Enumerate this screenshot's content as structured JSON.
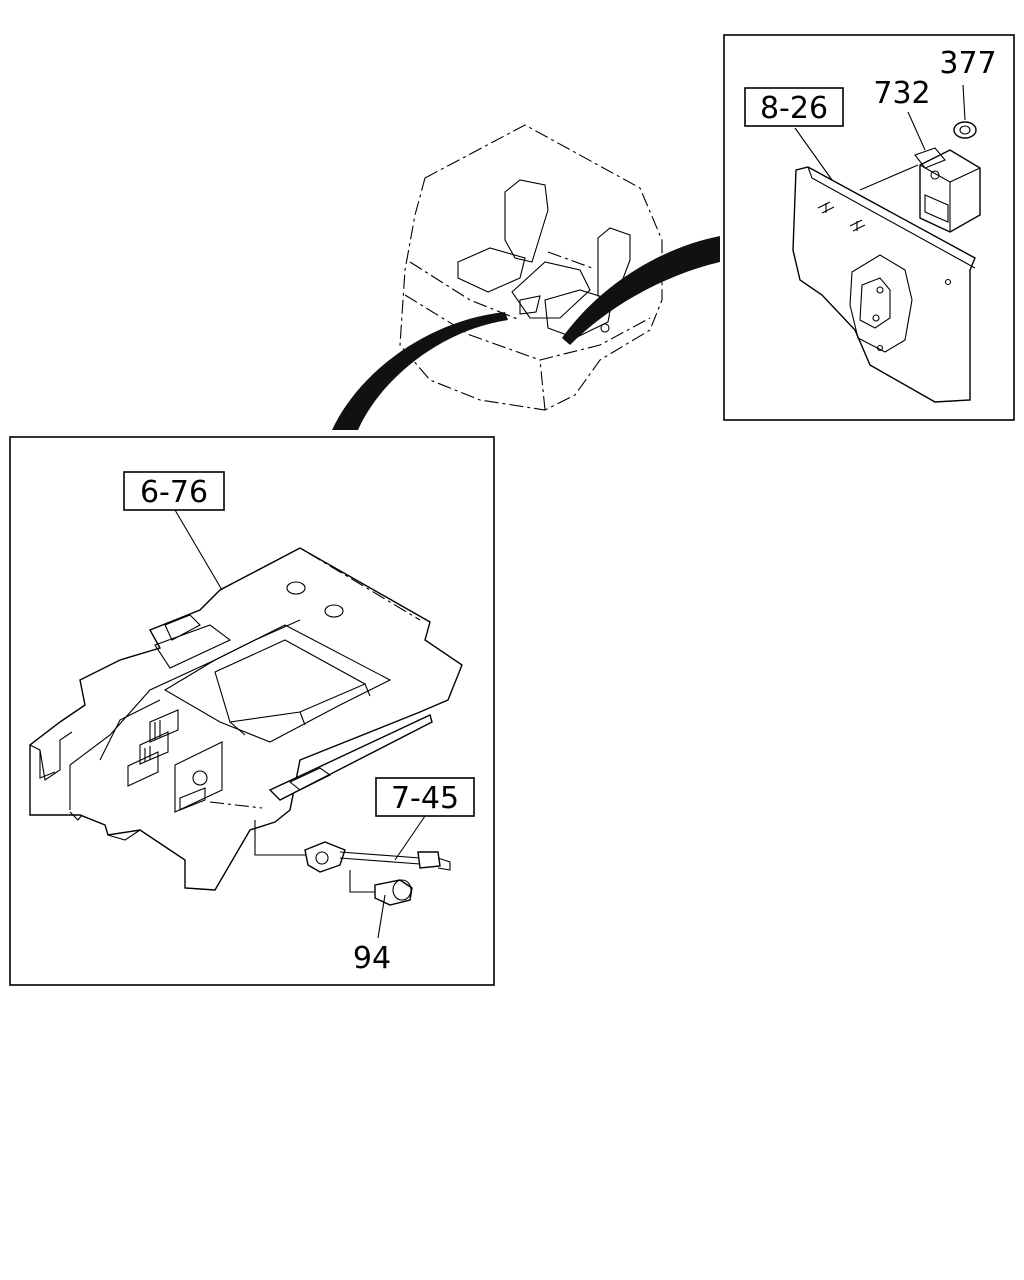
{
  "callouts": {
    "c_8_26": "8-26",
    "c_732": "732",
    "c_377": "377",
    "c_6_76": "6-76",
    "c_7_45": "7-45",
    "c_94": "94"
  }
}
